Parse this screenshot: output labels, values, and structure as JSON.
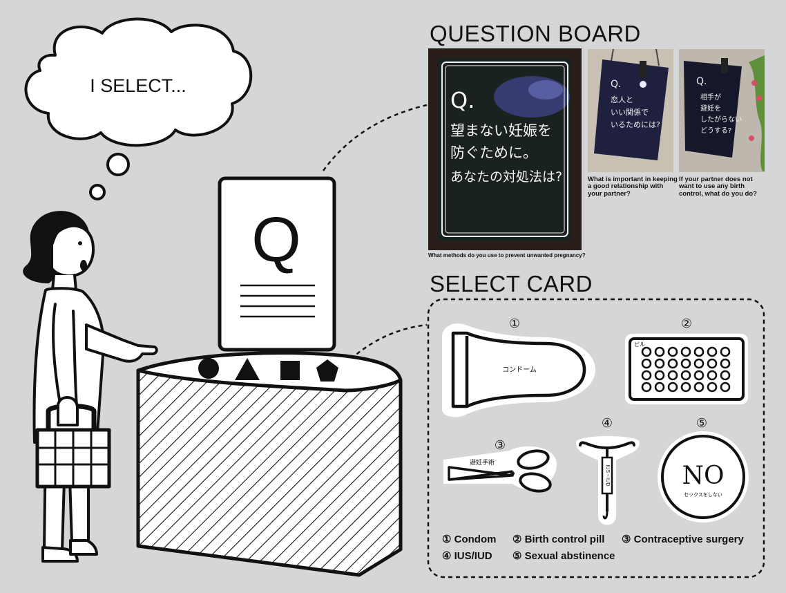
{
  "thought": {
    "text": "I SELECT..."
  },
  "front_card": {
    "letter": "Q"
  },
  "question_board": {
    "heading": "QUESTION BOARD",
    "boards": [
      {
        "q": "Q.",
        "jp_lines": [
          "望まない妊娠を",
          "防ぐために。",
          "あなたの対処法は?"
        ],
        "caption": "What methods do you use to prevent unwanted pregnancy?"
      },
      {
        "q": "Q.",
        "jp_lines": [
          "恋人と",
          "いい関係で",
          "いるためには?"
        ],
        "caption": "What is important in keeping a good relationship with your partner?"
      },
      {
        "q": "Q.",
        "jp_lines": [
          "相手が",
          "避妊を",
          "したがらない",
          "どうする?"
        ],
        "caption": "If your partner does not want to use any birth control, what do you do?"
      }
    ]
  },
  "select_card": {
    "heading": "SELECT CARD",
    "cards": [
      {
        "number": "①",
        "label": "コンドーム"
      },
      {
        "number": "②",
        "label": "ピル"
      },
      {
        "number": "③",
        "label": "避妊手術"
      },
      {
        "number": "④",
        "label": "IUS・IUD"
      },
      {
        "number": "⑤",
        "label": "NO",
        "sublabel": "セックスをしない"
      }
    ],
    "legend": [
      {
        "number": "①",
        "text": "Condom"
      },
      {
        "number": "②",
        "text": "Birth control pill"
      },
      {
        "number": "③",
        "text": "Contraceptive surgery"
      },
      {
        "number": "④",
        "text": "IUS/IUD"
      },
      {
        "number": "⑤",
        "text": "Sexual abstinence"
      }
    ]
  }
}
